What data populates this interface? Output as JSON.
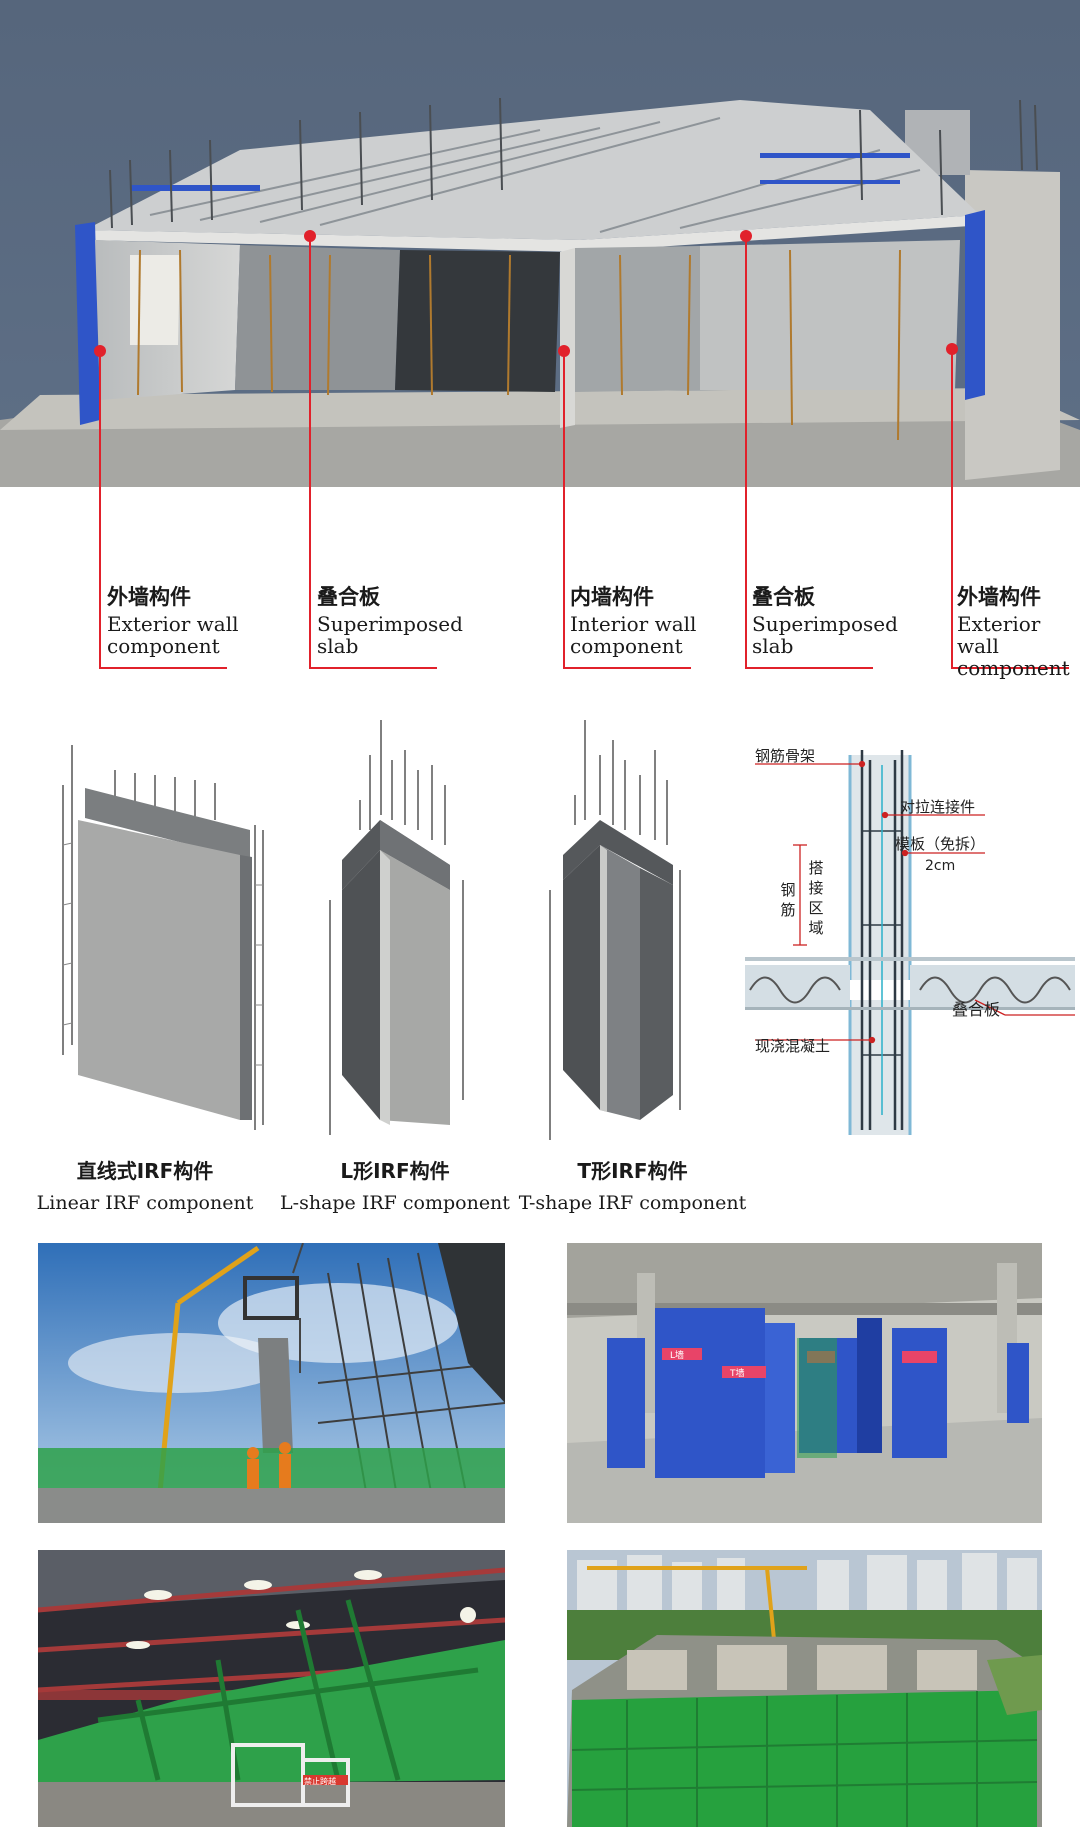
{
  "callouts": [
    {
      "zh": "外墙构件",
      "en1": "Exterior wall",
      "en2": "component"
    },
    {
      "zh": "叠合板",
      "en1": "Superimposed",
      "en2": "slab"
    },
    {
      "zh": "内墙构件",
      "en1": "Interior wall",
      "en2": "component"
    },
    {
      "zh": "叠合板",
      "en1": "Superimposed",
      "en2": "slab"
    },
    {
      "zh": "外墙构件",
      "en1": "Exterior wall",
      "en2": "component"
    }
  ],
  "components": [
    {
      "zh": "直线式IRF构件",
      "en": "Linear IRF  component"
    },
    {
      "zh": "L形IRF构件",
      "en": "L-shape IRF component"
    },
    {
      "zh": "T形IRF构件",
      "en": "T-shape IRF component"
    }
  ],
  "detail": {
    "rebar_cage": "钢筋骨架",
    "tie_connector": "对拉连接件",
    "formwork": "模板（免拆）",
    "thickness": "2cm",
    "rebar_v": "钢筋",
    "lap_zone_v": "搭接区域",
    "slab": "叠合板",
    "cast_concrete": "现浇混凝土"
  },
  "photo_signs": {
    "sign_a": "L墙",
    "sign_b": "T墙",
    "sign_c": "禁止跨越"
  },
  "colors": {
    "sky": "#59697f",
    "callout_red": "#e1212b",
    "formwork_blue": "#2f55c8",
    "net_green": "#27a844"
  }
}
